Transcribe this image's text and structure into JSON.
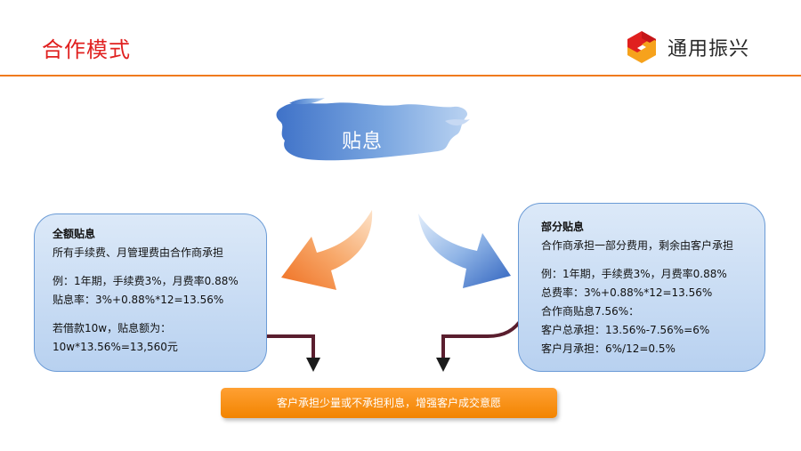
{
  "title": "合作模式",
  "logo": {
    "text": "通用振兴",
    "colors": {
      "primary": "#e0201f",
      "secondary": "#f6a21c"
    }
  },
  "center": {
    "label": "贴息"
  },
  "left_box": {
    "heading": "全额贴息",
    "lines_a": [
      "所有手续费、月管理费由合作商承担"
    ],
    "lines_b": [
      "例：1年期，手续费3%，月费率0.88%",
      "贴息率：3%+0.88%*12=13.56%"
    ],
    "lines_c": [
      "若借款10w，贴息额为：",
      "10w*13.56%=13,560元"
    ]
  },
  "right_box": {
    "heading": "部分贴息",
    "lines_a": [
      "合作商承担一部分费用，剩余由客户承担"
    ],
    "lines_b": [
      "例：1年期，手续费3%，月费率0.88%",
      "总费率：3%+0.88%*12=13.56%",
      "合作商贴息7.56%：",
      "客户总承担：13.56%-7.56%=6%",
      "客户月承担：6%/12=0.5%"
    ]
  },
  "banner": {
    "text": "客户承担少量或不承担利息，增强客户成交意愿"
  },
  "colors": {
    "accent_red": "#e0201f",
    "header_line": "#f07a1e",
    "box_border": "#6b9bd6",
    "banner_orange": "#f28400",
    "arrow_orange": "#f07a2a",
    "arrow_blue": "#3f6fc4",
    "connector_dark": "#5a1e2e"
  }
}
